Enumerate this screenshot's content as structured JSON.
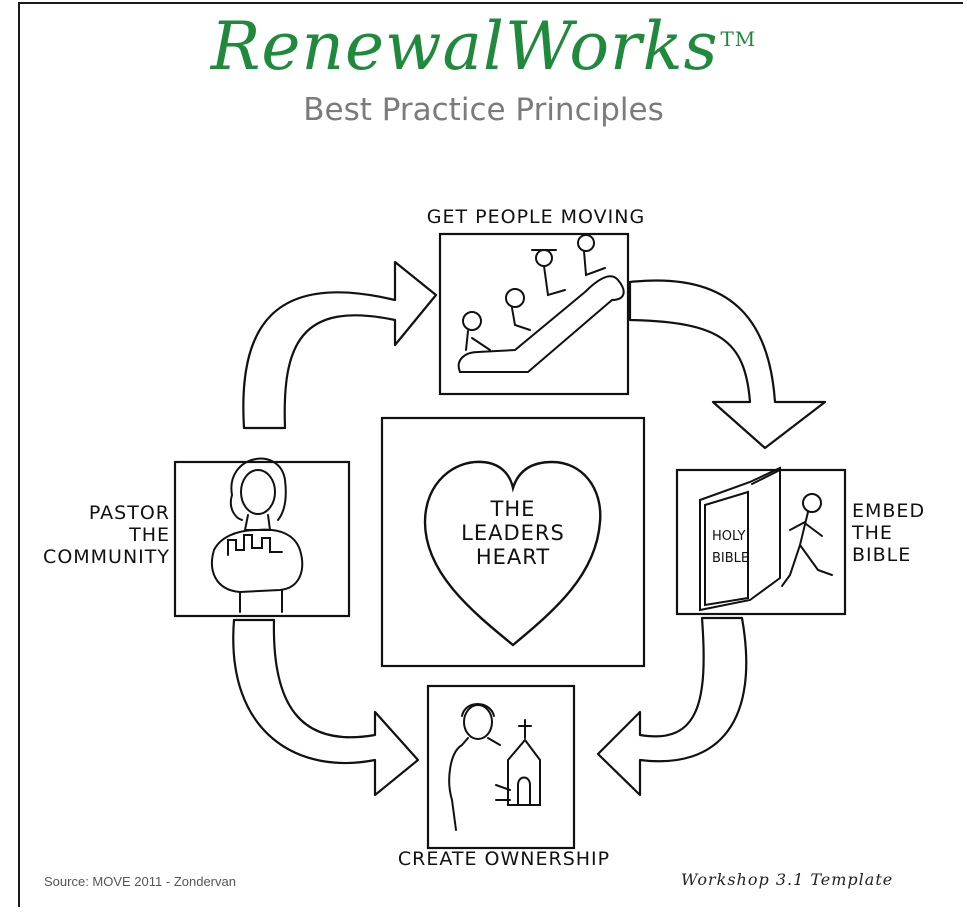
{
  "header": {
    "title": "RenewalWorks",
    "trademark": "TM",
    "subtitle": "Best Practice Principles"
  },
  "center": {
    "lines": [
      "THE",
      "LEADERS",
      "HEART"
    ]
  },
  "principles": {
    "top": "GET PEOPLE MOVING",
    "right": [
      "EMBED",
      "THE",
      "BIBLE"
    ],
    "bottom": "CREATE OWNERSHIP",
    "left": [
      "PASTOR",
      "THE",
      "COMMUNITY"
    ]
  },
  "bible_cover": [
    "HOLY",
    "BIBLE"
  ],
  "footer": {
    "source": "Source: MOVE 2011 - Zondervan",
    "template": "Workshop 3.1 Template"
  },
  "colors": {
    "title_green": "#1f8a3c",
    "subtitle_gray": "#7b7b7b",
    "ink": "#111111"
  }
}
